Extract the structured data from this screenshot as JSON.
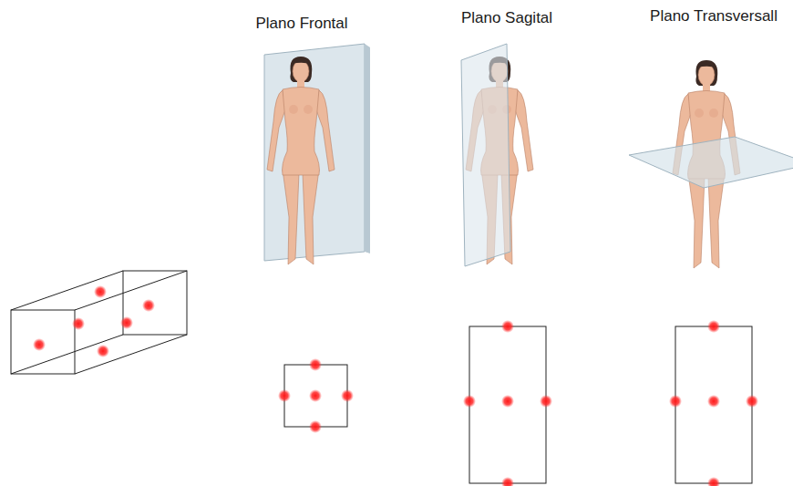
{
  "diagram": {
    "labels": [
      "Plano Frontal",
      "Plano Sagital",
      "Plano Transversall"
    ]
  }
}
